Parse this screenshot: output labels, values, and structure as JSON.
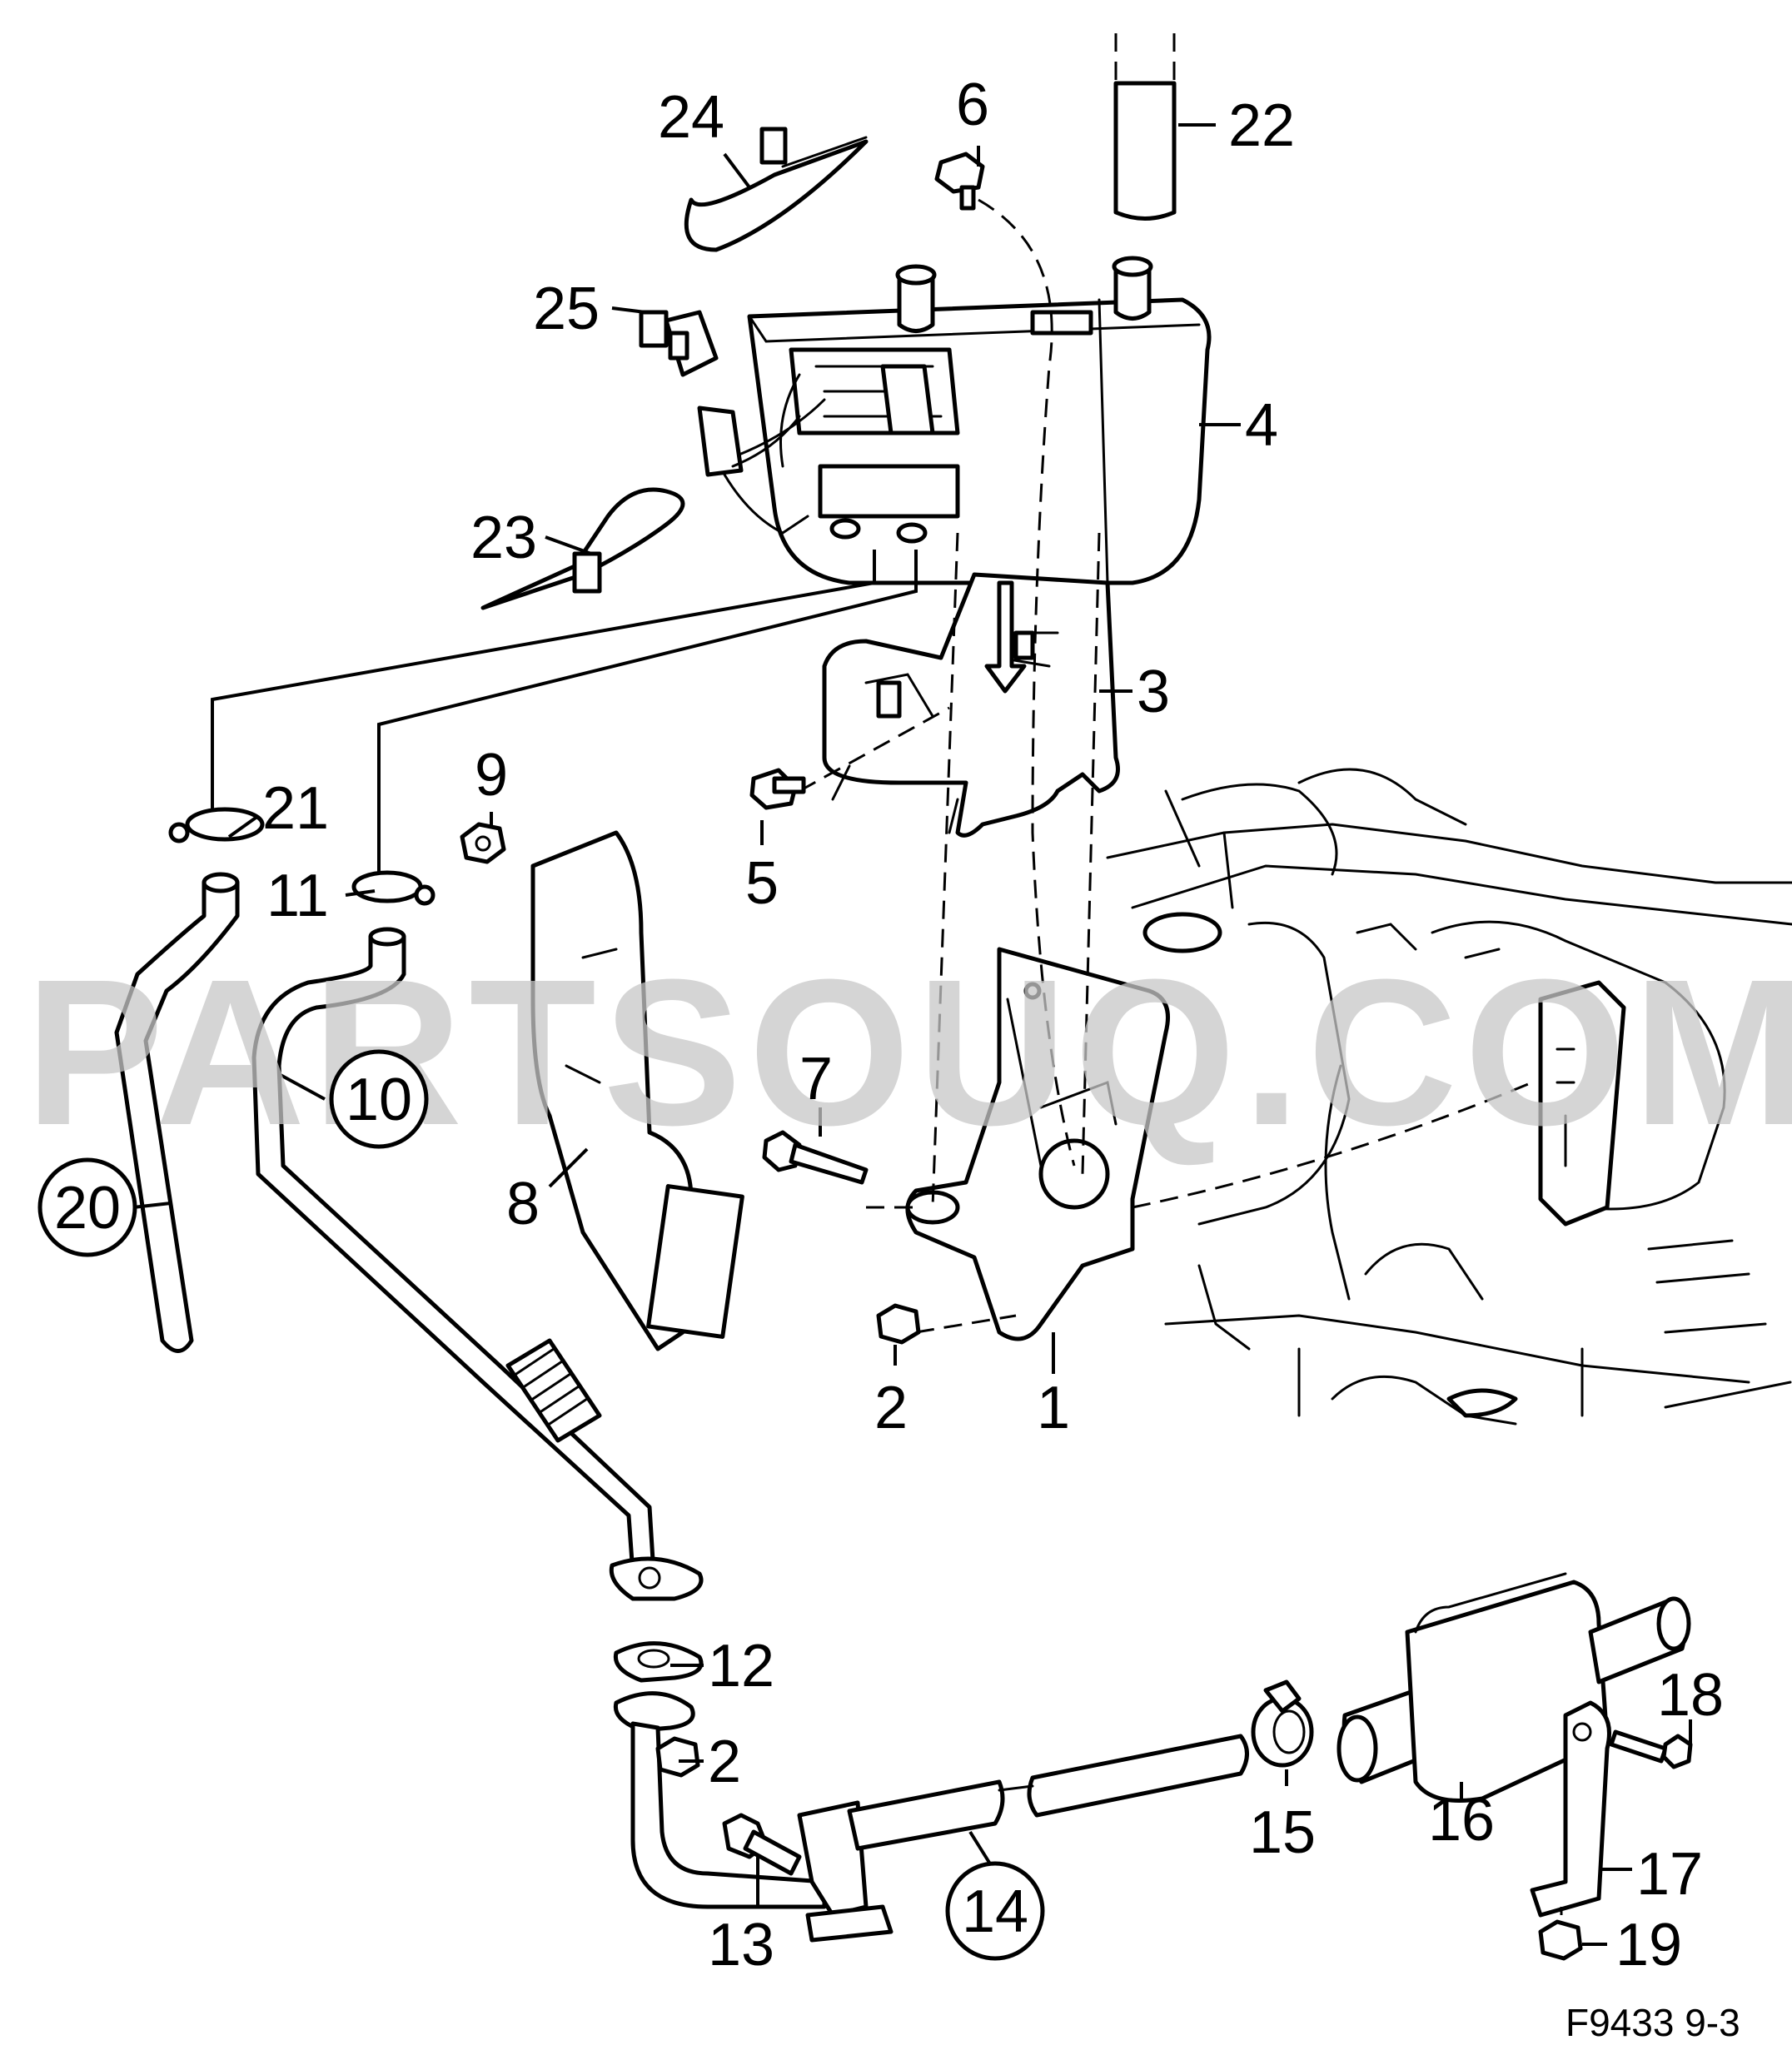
{
  "figure_ref": "F9433 9-3",
  "watermark": "PARTSOUQ.COM",
  "callouts": {
    "c1": "1",
    "c2a": "2",
    "c2b": "2",
    "c3": "3",
    "c4": "4",
    "c5": "5",
    "c6": "6",
    "c7": "7",
    "c8": "8",
    "c9": "9",
    "c10": "10",
    "c11": "11",
    "c12": "12",
    "c13": "13",
    "c14": "14",
    "c15": "15",
    "c16": "16",
    "c17": "17",
    "c18": "18",
    "c19": "19",
    "c20": "20",
    "c21": "21",
    "c22": "22",
    "c23": "23",
    "c24": "24",
    "c25": "25"
  },
  "circled_callouts": [
    "10",
    "14",
    "20"
  ]
}
